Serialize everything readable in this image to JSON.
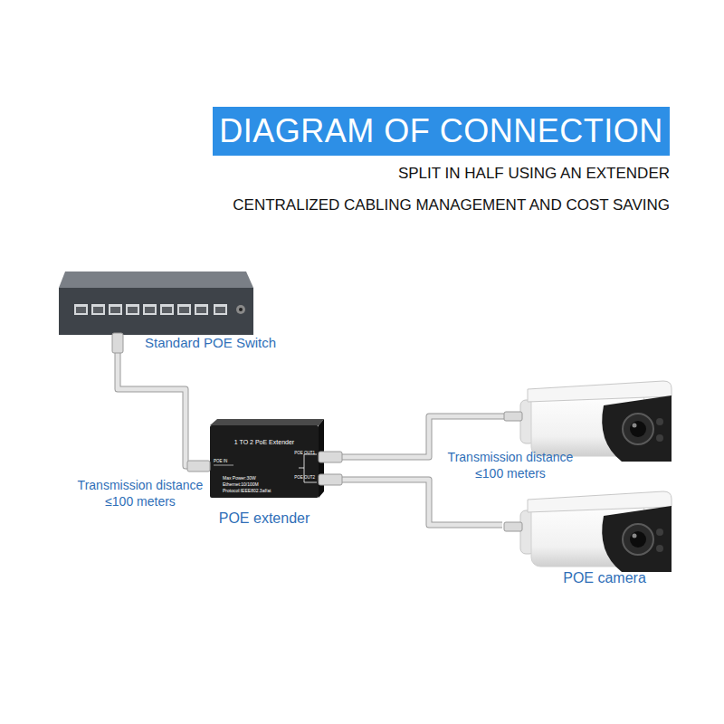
{
  "diagram": {
    "title": "DIAGRAM OF CONNECTION",
    "nodes": [
      {
        "text": [
          "Standard POE Switch"
        ]
      },
      {
        "text": [
          "1 TO 2 PoE Extender",
          "POE IN",
          "POE OUT1",
          "POE OUT2",
          "Max Power:30W",
          "Ethernet:10/100M",
          "Protocol:IEEE802.3af/at",
          "POE extender"
        ]
      },
      {
        "text": [
          "POE camera"
        ]
      }
    ],
    "edges": [
      {
        "from": 0,
        "to": 1,
        "arrow": "none",
        "label": "Transmission distance ≤100 meters"
      },
      {
        "from": 1,
        "to": 2,
        "arrow": "none"
      }
    ],
    "labels": [
      "SPLIT IN HALF USING AN EXTENDER",
      "CENTRALIZED CABLING MANAGEMENT AND COST SAVING",
      "Transmission distance ≤100 meters"
    ]
  }
}
